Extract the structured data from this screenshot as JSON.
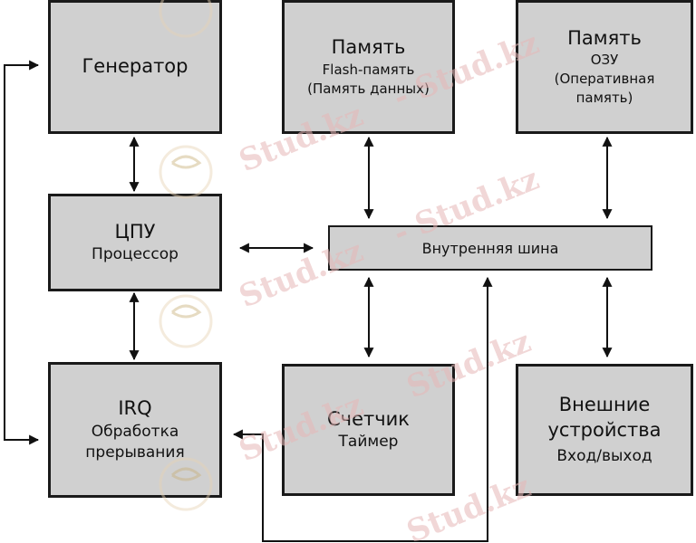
{
  "blocks": {
    "generator": {
      "title": "Генератор"
    },
    "cpu": {
      "title": "ЦПУ",
      "subtitle": "Процессор"
    },
    "irq": {
      "title": "IRQ",
      "line1": "Обработка",
      "line2": "прерывания"
    },
    "flash": {
      "title": "Память",
      "line1": "Flash-память",
      "line2": "(Память данных)"
    },
    "ram": {
      "title": "Память",
      "line1": "ОЗУ",
      "line2": "(Оперативная",
      "line3": "память)"
    },
    "bus": {
      "label": "Внутренняя шина"
    },
    "counter": {
      "title": "Счетчик",
      "subtitle": "Таймер"
    },
    "external": {
      "line1": "Внешние",
      "line2": "устройства",
      "line3": "Вход/выход"
    }
  },
  "watermark": {
    "text": "Stud.kz",
    "alt_text": "- Stud.kz",
    "color": "#e6b7b7"
  }
}
